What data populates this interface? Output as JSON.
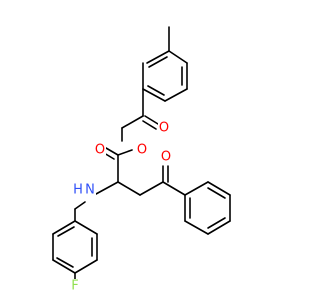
{
  "molecule": {
    "atoms": {
      "o_ketone_top": {
        "symbol": "O",
        "color": "#ff0000"
      },
      "o_ester_single": {
        "symbol": "O",
        "color": "#ff0000"
      },
      "o_ester_carbonyl": {
        "symbol": "O",
        "color": "#ff0000"
      },
      "o_ketone_right": {
        "symbol": "O",
        "color": "#ff0000"
      },
      "n_amine": {
        "symbol": "N",
        "color": "#3050f8"
      },
      "h_amine": {
        "symbol": "H",
        "color": "#3050f8"
      },
      "f_fluoro": {
        "symbol": "F",
        "color": "#90e050"
      }
    },
    "bond_color": "#000000"
  }
}
